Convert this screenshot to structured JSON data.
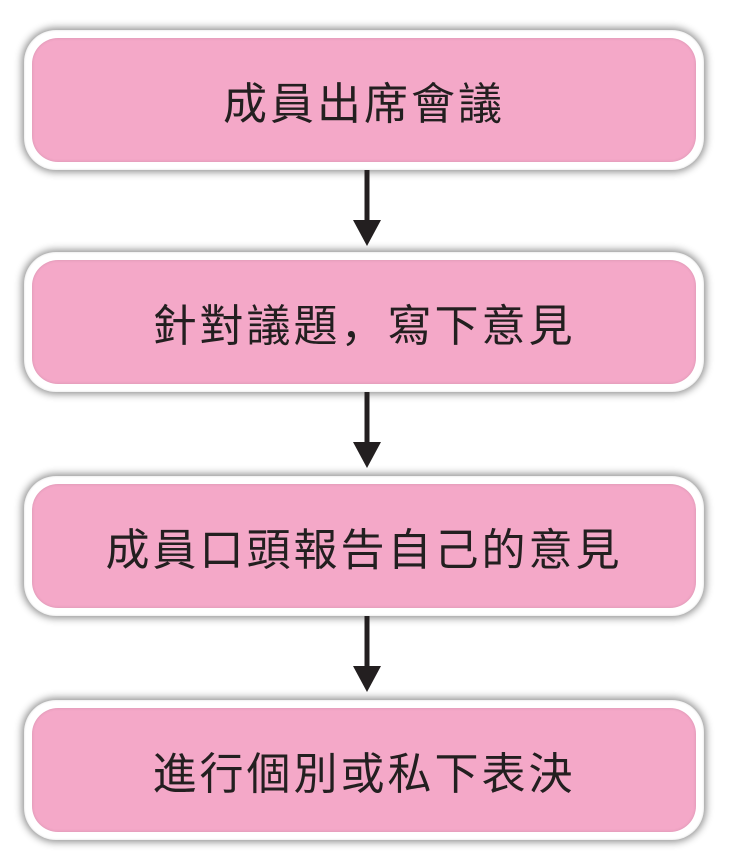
{
  "flow": {
    "steps": [
      {
        "label": "成員出席會議"
      },
      {
        "label": "針對議題，寫下意見"
      },
      {
        "label": "成員口頭報告自己的意見"
      },
      {
        "label": "進行個別或私下表決"
      }
    ]
  },
  "colors": {
    "box_fill": "#f4a8c8",
    "text": "#231f20",
    "arrow": "#231f20"
  }
}
